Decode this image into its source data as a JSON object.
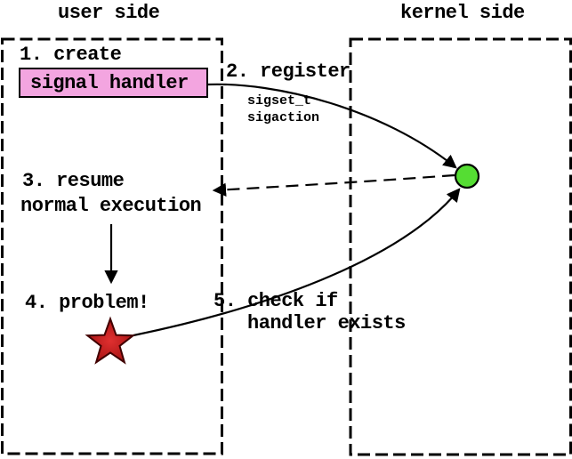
{
  "diagram": {
    "user_panel_title": "user side",
    "kernel_panel_title": "kernel side",
    "steps": {
      "step1": "1. create",
      "handler_box": "signal handler",
      "step2": "2. register",
      "register_params": [
        "sigset_t",
        "sigaction"
      ],
      "step3_line1": "3. resume",
      "step3_line2": "normal execution",
      "step4": "4. problem!",
      "step5_line1": "5. check if",
      "step5_line2": "handler exists"
    },
    "icons": {
      "kernel_entry": "green-circle-icon",
      "problem": "red-star-icon"
    },
    "colors": {
      "background": "#ffffff",
      "line": "#000000",
      "handler_box_fill": "#f3a5e0",
      "kernel_entry_fill": "#55dd33",
      "star_center": "#e03030",
      "star_edge": "#a01010",
      "star_outline": "#400000"
    }
  }
}
